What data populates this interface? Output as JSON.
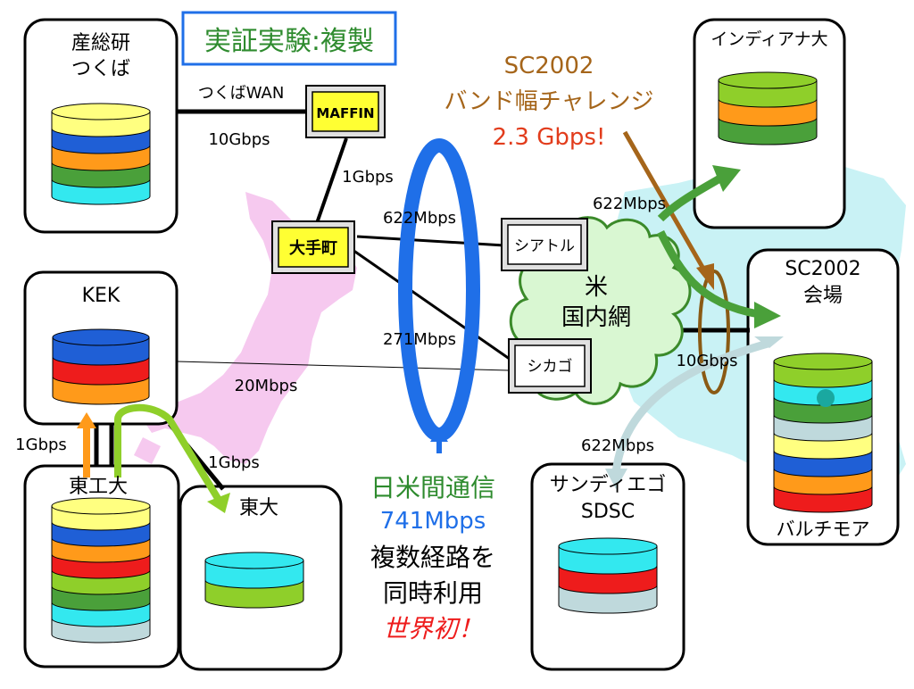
{
  "title": "実証実験:複製",
  "sites": {
    "aist": [
      "産総研",
      "つくば"
    ],
    "kek": "KEK",
    "titech": "東工大",
    "utokyo": "東大",
    "indiana": "インディアナ大",
    "sc2002": [
      "SC2002",
      "会場"
    ],
    "baltimore": "バルチモア",
    "sdsc": [
      "サンディエゴ",
      "SDSC"
    ]
  },
  "routers": {
    "maffin": "MAFFIN",
    "otemachi": "大手町",
    "seattle": "シアトル",
    "chicago": "シカゴ"
  },
  "us_network": [
    "米",
    "国内網"
  ],
  "links": {
    "tsukuba_wan": "つくばWAN",
    "tsukuba_wan_bw": "10Gbps",
    "maffin_otemachi": "1Gbps",
    "otemachi_seattle": "622Mbps",
    "otemachi_chicago": "271Mbps",
    "kek_chicago": "20Mbps",
    "kek_titech": "1Gbps",
    "titech_utokyo": "1Gbps",
    "us_indiana": "622Mbps",
    "us_sc2002": "10Gbps",
    "us_sdsc": "622Mbps"
  },
  "challenge": {
    "line1": "SC2002",
    "line2": "バンド幅チャレンジ",
    "line3": "2.3 Gbps!"
  },
  "japan_us": {
    "line1": "日米間通信",
    "line2": "741Mbps",
    "line3": "複数経路を",
    "line4": "同時利用",
    "line5": "世界初！"
  },
  "colors": {
    "yellow": "#ffff80",
    "blue": "#1f5fd6",
    "orange": "#ff9a1a",
    "green": "#4aa03a",
    "lightgreen": "#8fcf2a",
    "cyan": "#33e8ef",
    "red": "#ee1c1c",
    "gray": "#bfd9dc",
    "router_fill": "#ffff33",
    "ring_blue": "#1f6fe8",
    "title_green": "#2e8b2e",
    "challenge_brown": "#a5651a",
    "challenge_red": "#e23c1c",
    "cloud_fill": "#d9f7d2",
    "cloud_stroke": "#3b8a2a"
  }
}
